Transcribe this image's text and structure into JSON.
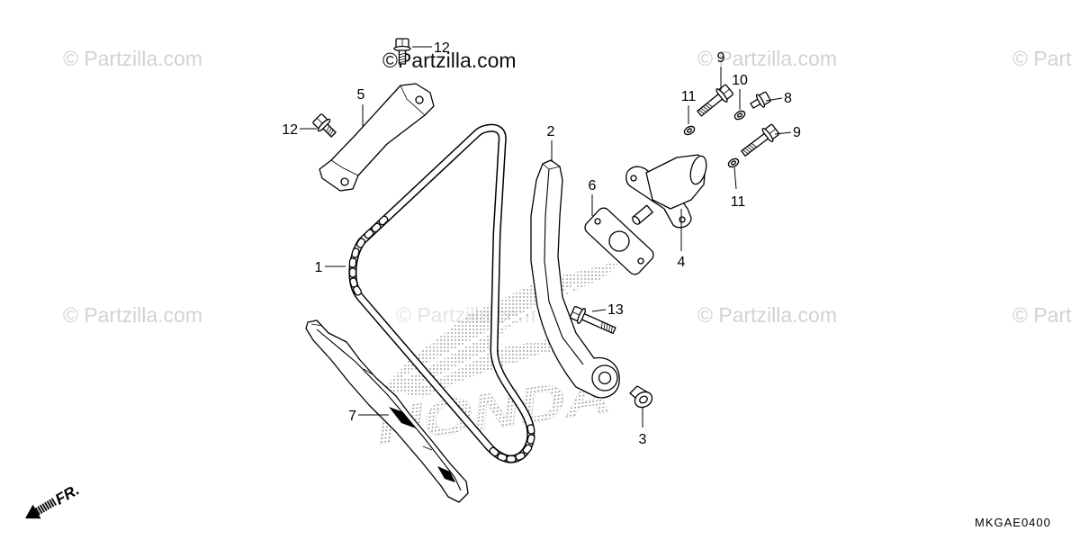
{
  "watermarks": {
    "full": "© Partzilla.com",
    "clipped": "© Part",
    "header": "©Partzilla.com"
  },
  "logo": {
    "text": "HONDA"
  },
  "callouts": [
    "12",
    "5",
    "12",
    "1",
    "2",
    "6",
    "4",
    "11",
    "9",
    "10",
    "8",
    "9",
    "11",
    "13",
    "3",
    "7"
  ],
  "direction_arrow": {
    "label": "FR.",
    "icon": "direction-arrow-icon"
  },
  "diagram_code": "MKGAE0400",
  "colors": {
    "background": "#ffffff",
    "line": "#000000",
    "watermark": "#d2d2d2",
    "header_watermark": "#111111",
    "logo_dots": "#8c8c8c"
  }
}
